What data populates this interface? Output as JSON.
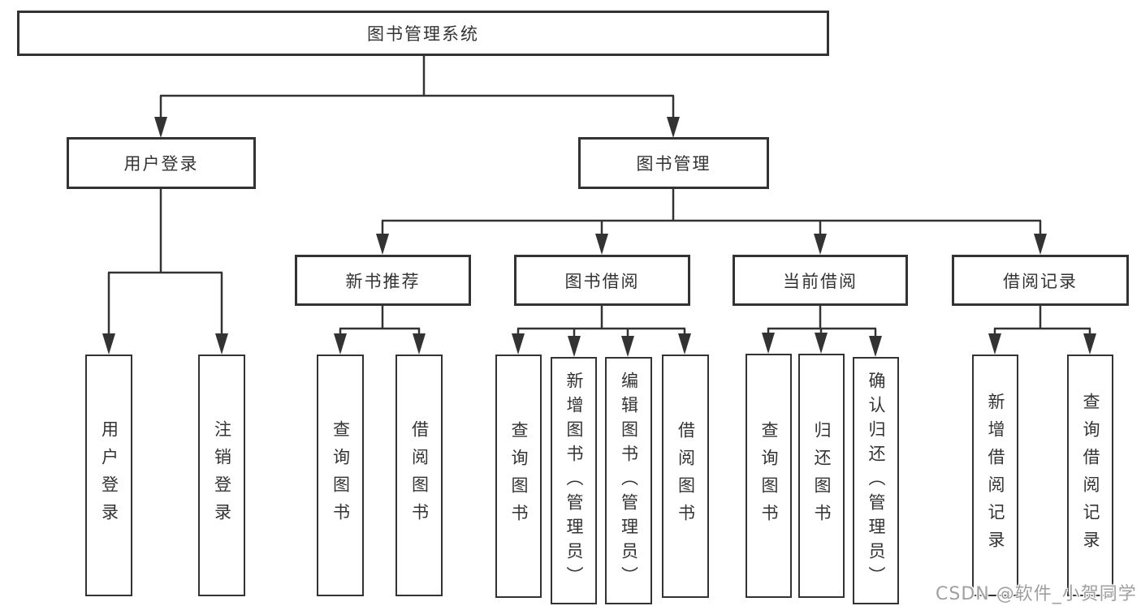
{
  "tree": {
    "label": "图书管理系统",
    "children": [
      {
        "label": "用户登录",
        "children": [
          {
            "label": "用户登录"
          },
          {
            "label": "注销登录"
          }
        ]
      },
      {
        "label": "图书管理",
        "children": [
          {
            "label": "新书推荐",
            "children": [
              {
                "label": "查询图书"
              },
              {
                "label": "借阅图书"
              }
            ]
          },
          {
            "label": "图书借阅",
            "children": [
              {
                "label": "查询图书"
              },
              {
                "label": "新增图书（管理员）"
              },
              {
                "label": "编辑图书（管理员）"
              },
              {
                "label": "借阅图书"
              }
            ]
          },
          {
            "label": "当前借阅",
            "children": [
              {
                "label": "查询图书"
              },
              {
                "label": "归还图书"
              },
              {
                "label": "确认归还（管理员）"
              }
            ]
          },
          {
            "label": "借阅记录",
            "children": [
              {
                "label": "新增借阅记录"
              },
              {
                "label": "查询借阅记录"
              }
            ]
          }
        ]
      }
    ]
  },
  "watermark": {
    "text": "CSDN @软件_小贺同学"
  },
  "colors": {
    "line": "#333333",
    "box_border": "#333333",
    "box_fill": "#ffffff",
    "text": "#333333",
    "watermark_text": "#a0a0a0"
  }
}
